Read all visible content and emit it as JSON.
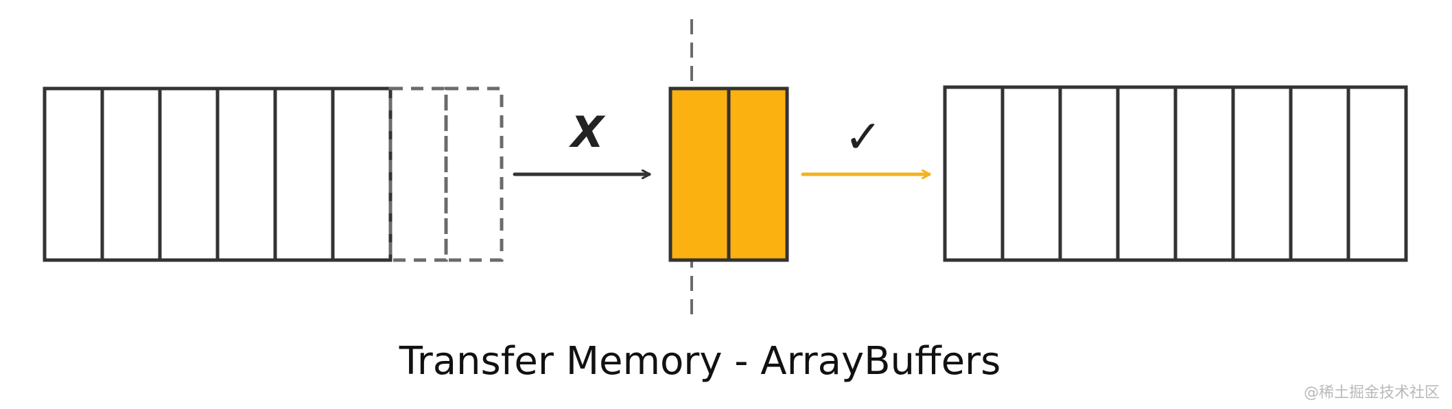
{
  "diagram": {
    "caption": "Transfer Memory - ArrayBuffers",
    "watermark": "@稀土掘金技术社区",
    "marks": {
      "cross": "X",
      "check": "✓"
    },
    "colors": {
      "outline": "#333333",
      "dashed": "#6b6b6b",
      "buffer_fill": "#fbb110",
      "accent_arrow": "#f2b31e",
      "text": "#111111"
    },
    "left_array": {
      "solid_cells": 6,
      "dashed_cells": 2
    },
    "middle_buffer": {
      "cells": 2
    },
    "right_array": {
      "cells": 8
    }
  }
}
